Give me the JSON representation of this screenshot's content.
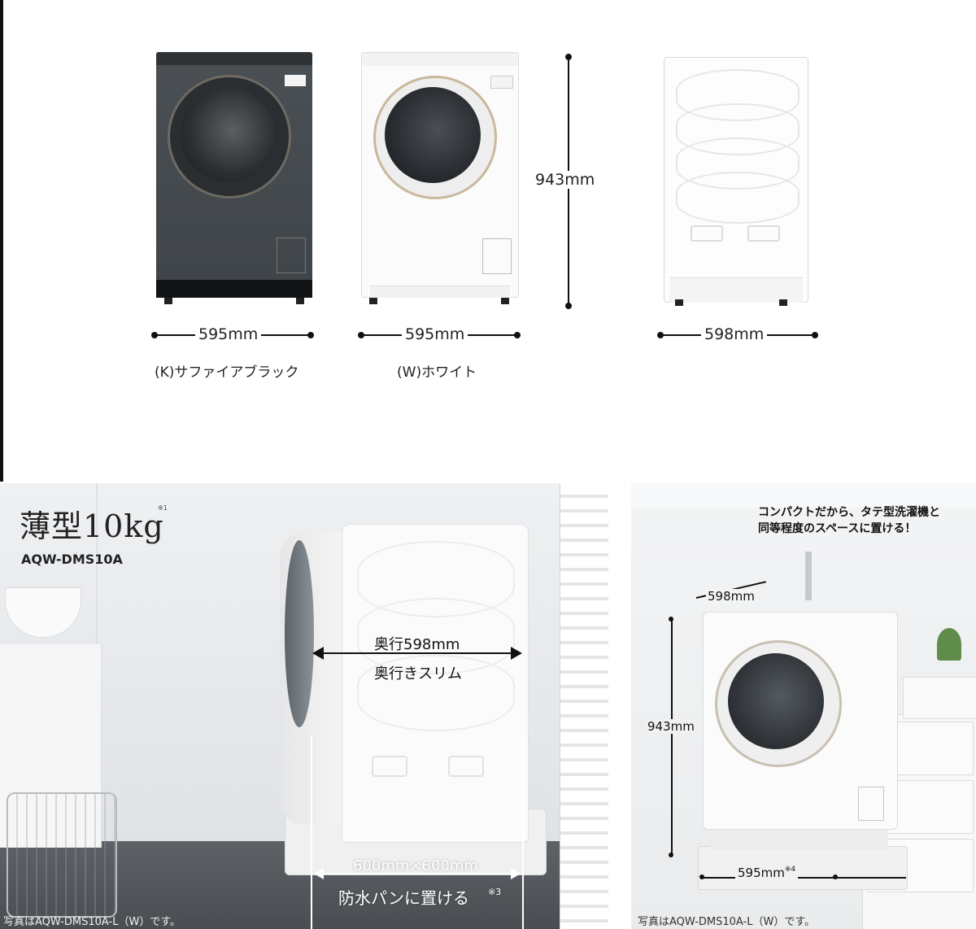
{
  "top": {
    "height_label": "943mm",
    "widths": [
      "595mm",
      "595mm",
      "598mm"
    ],
    "color_labels": [
      "(K)サファイアブラック",
      "(W)ホワイト"
    ]
  },
  "left_photo": {
    "title": "薄型10kg",
    "title_note": "※1",
    "model": "AQW-DMS10A",
    "depth_label": "奥行598mm",
    "slim_label": "奥行きスリム",
    "pan_size": "600mm×600mm",
    "pan_label": "防水パンに置ける",
    "pan_note": "※3",
    "caption": "写真はAQW-DMS10A-L（W）です。"
  },
  "right_photo": {
    "callout_line1": "コンパクトだから、タテ型洗濯機と",
    "callout_line2": "同等程度のスペースに置ける！",
    "depth": "598mm",
    "height": "943mm",
    "width": "595mm",
    "width_note": "※4",
    "caption": "写真はAQW-DMS10A-L（W）です。"
  }
}
